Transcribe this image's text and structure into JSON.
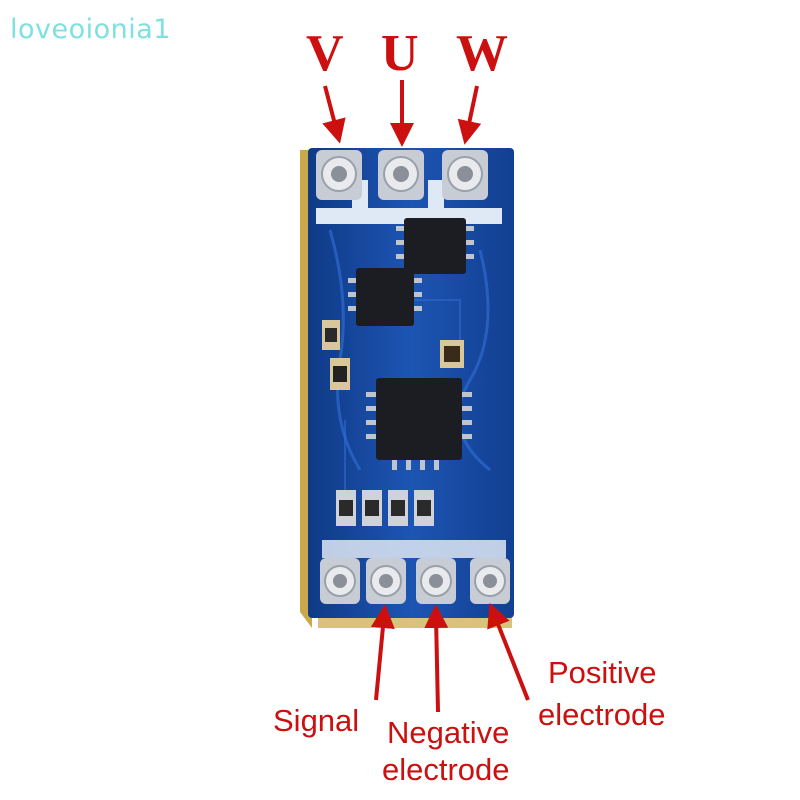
{
  "watermark": "loveoionia1",
  "phases": {
    "v": "V",
    "u": "U",
    "w": "W"
  },
  "labels": {
    "signal": "Signal",
    "negative_line1": "Negative",
    "negative_line2": "electrode",
    "positive_line1": "Positive",
    "positive_line2": "electrode"
  },
  "colors": {
    "label_red": "#cc1010",
    "pcb_blue": "#1a4fa8",
    "watermark": "#7fe0e0"
  }
}
